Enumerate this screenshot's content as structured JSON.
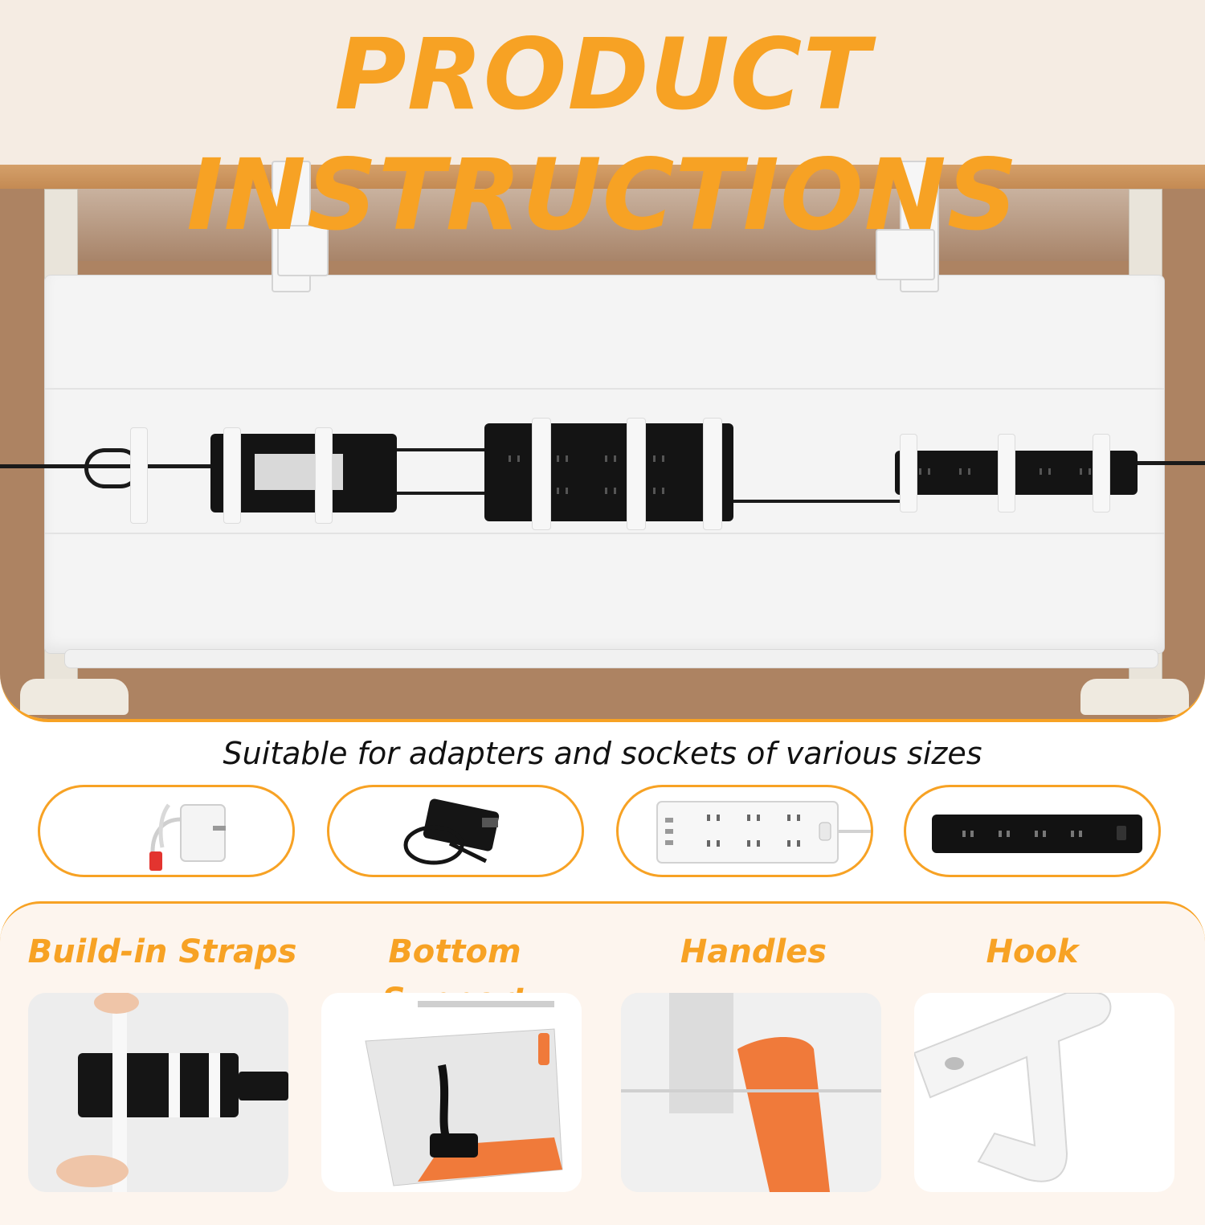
{
  "header": {
    "title": "PRODUCT INSTRUCTIONS"
  },
  "subtitle": "Suitable for adapters and sockets of various sizes",
  "compatible_items": [
    {
      "icon": "usb-charger-icon"
    },
    {
      "icon": "laptop-adapter-icon"
    },
    {
      "icon": "white-power-strip-icon"
    },
    {
      "icon": "black-power-strip-icon"
    }
  ],
  "features": [
    {
      "label": "Build-in Straps"
    },
    {
      "label": "Bottom Support"
    },
    {
      "label": "Handles"
    },
    {
      "label": "Hook"
    }
  ],
  "colors": {
    "accent": "#f7a224",
    "handle": "#f07a3a",
    "desk": "#c48a53"
  }
}
